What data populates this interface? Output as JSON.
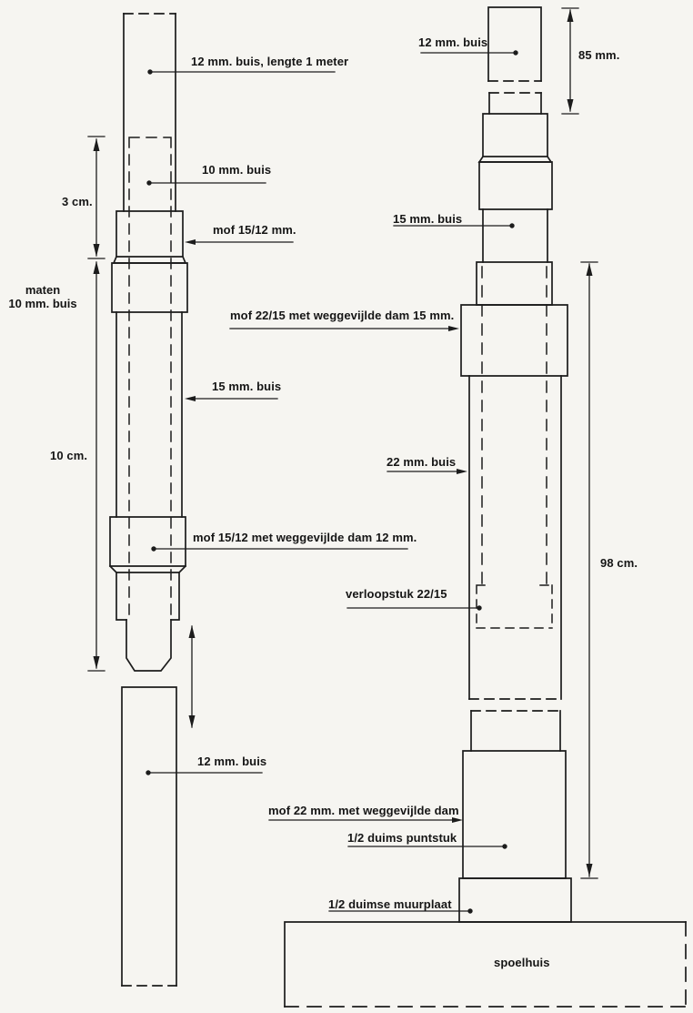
{
  "figure": {
    "kind": "technical pipe assembly diagram (scanned drawing)",
    "paper_color": "#f6f5f1",
    "line_color": "#1c1c1c"
  },
  "left_assembly": {
    "labels": {
      "pipe12_top": "12 mm. buis, lengte 1 meter",
      "pipe10": "10 mm. buis",
      "mof_15_12": "mof 15/12 mm.",
      "pipe15": "15 mm. buis",
      "mof_15_12_dam": "mof 15/12 met weggevijlde dam 12 mm.",
      "pipe12_bottom": "12 mm. buis"
    },
    "dimensions": {
      "dim_3cm": "3 cm.",
      "maten_line1": "maten",
      "maten_line2": "10 mm. buis",
      "dim_10cm": "10 cm."
    }
  },
  "right_assembly": {
    "labels": {
      "pipe12": "12 mm. buis",
      "pipe15": "15 mm. buis",
      "mof_22_15_dam": "mof 22/15 met weggevijlde dam 15 mm.",
      "pipe22": "22 mm. buis",
      "verloopstuk": "verloopstuk 22/15",
      "mof_22_dam": "mof 22 mm. met weggevijlde dam",
      "puntstuk": "1/2 duims puntstuk",
      "muurplaat": "1/2 duimse muurplaat",
      "spoelhuis": "spoelhuis"
    },
    "dimensions": {
      "dim_85mm": "85 mm.",
      "dim_98cm": "98 cm."
    }
  }
}
